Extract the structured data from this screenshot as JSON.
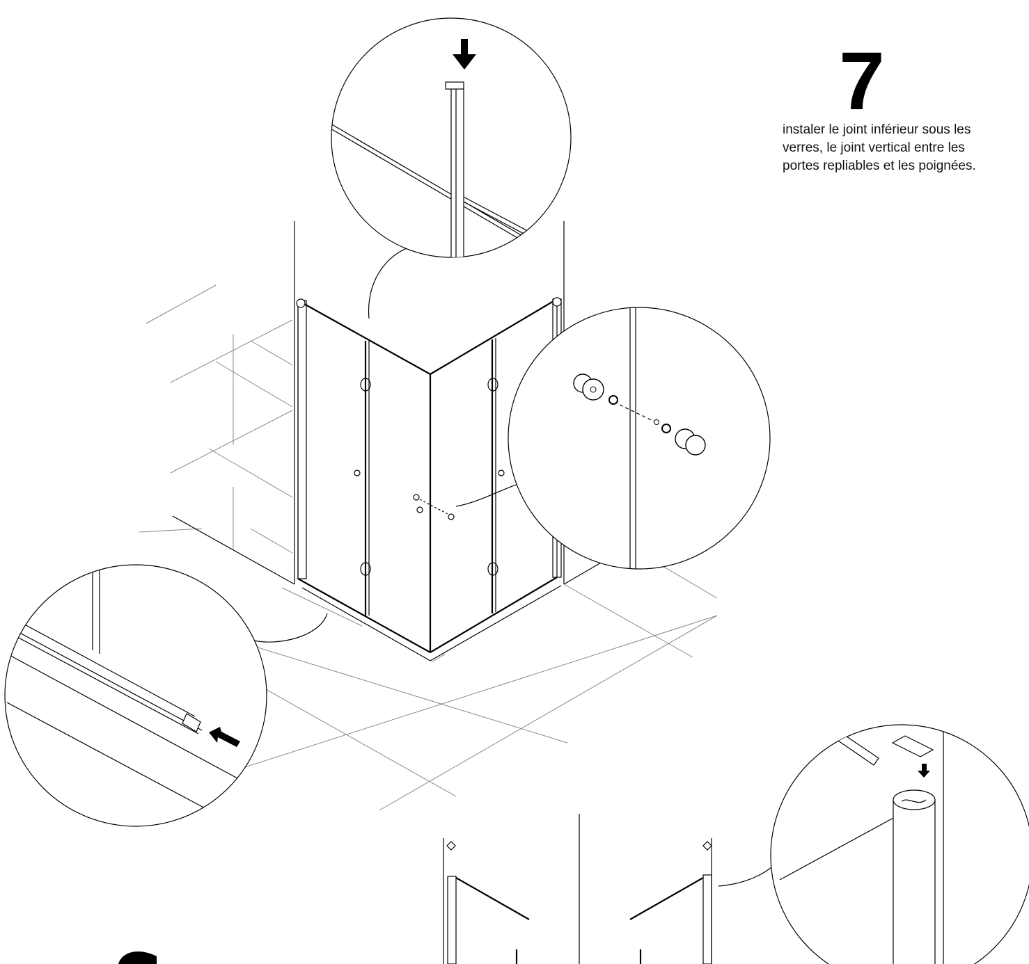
{
  "step": {
    "number": "7",
    "instruction_lines": [
      "instaler le joint inférieur sous les",
      "verres, le joint vertical entre les",
      "portes repliables et les poignées."
    ]
  },
  "colors": {
    "ink": "#000000",
    "floor_lines": "#888888",
    "background": "#ffffff"
  },
  "icons": [
    "arrow-down-icon",
    "arrow-left-icon",
    "handle-knob-icon"
  ]
}
